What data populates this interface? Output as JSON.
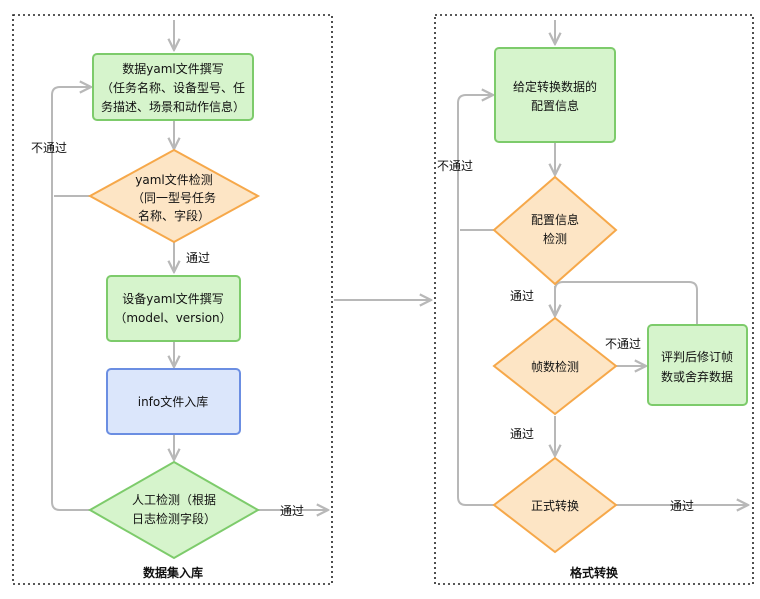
{
  "colors": {
    "green_fill": "#d6f4cc",
    "green_stroke": "#7dcb6b",
    "orange_fill": "#fde5c5",
    "orange_stroke": "#f6a84a",
    "blue_fill": "#dbe6fb",
    "blue_stroke": "#6b8ee2",
    "arrow": "#b8b8b8",
    "frame": "#222222"
  },
  "left_panel": {
    "title": "数据集入库",
    "yaml_write": [
      "数据yaml文件撰写",
      "（任务名称、设备型号、任",
      "务描述、场景和动作信息）"
    ],
    "yaml_check": [
      "yaml文件检测",
      "（同一型号任务",
      "名称、字段）"
    ],
    "device_write": [
      "设备yaml文件撰写",
      "（model、version）"
    ],
    "info_store": "info文件入库",
    "manual_check": [
      "人工检测（根据",
      "日志检测字段）"
    ],
    "fail_label": "不通过",
    "pass_label_1": "通过",
    "pass_label_2": "通过"
  },
  "right_panel": {
    "title": "格式转换",
    "config_info": [
      "给定转换数据的",
      "配置信息"
    ],
    "config_check": [
      "配置信息",
      "检测"
    ],
    "frame_check": "帧数检测",
    "revise": [
      "评判后修订帧",
      "数或舍弃数据"
    ],
    "formal_convert": "正式转换",
    "fail_label_1": "不通过",
    "fail_label_2": "不通过",
    "pass_label_1": "通过",
    "pass_label_2": "通过",
    "pass_label_3": "通过"
  }
}
